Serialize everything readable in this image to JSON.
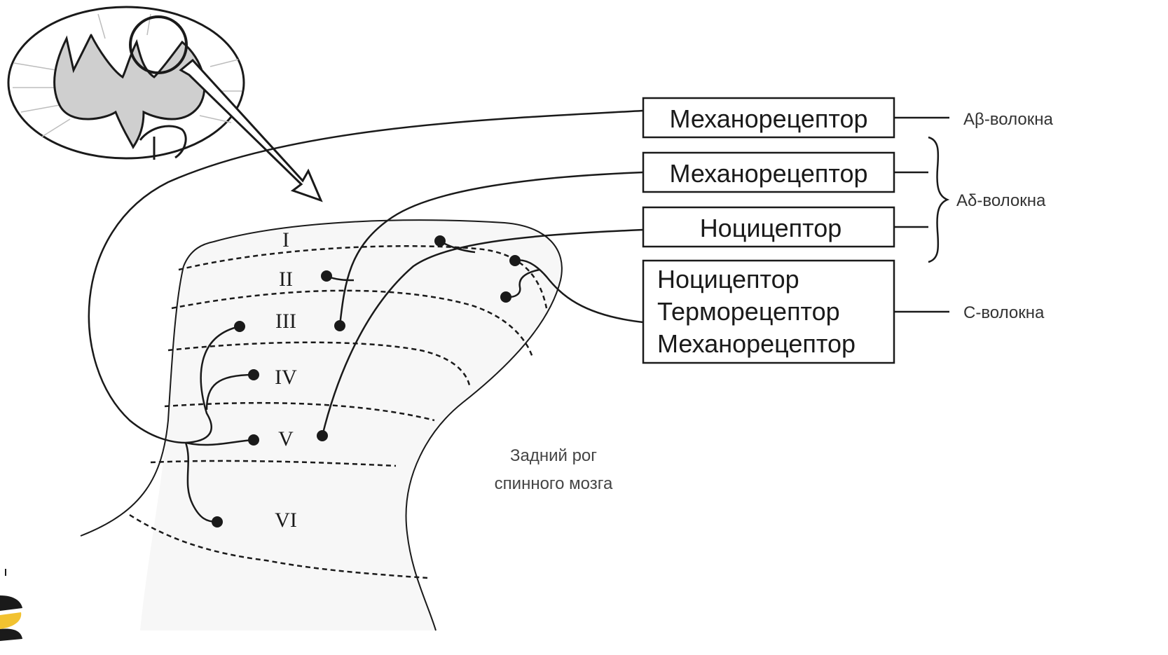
{
  "receptor_boxes": [
    {
      "lines": [
        "Механорецептор"
      ]
    },
    {
      "lines": [
        "Механорецептор"
      ]
    },
    {
      "lines": [
        "Ноцицептор"
      ]
    },
    {
      "lines": [
        "Ноцицептор",
        "Терморецептор",
        "Механорецептор"
      ]
    }
  ],
  "fiber_labels": {
    "a_beta": "Aβ-волокна",
    "a_delta": "Aδ-волокна",
    "c": "C-волокна"
  },
  "laminae": [
    "I",
    "II",
    "III",
    "IV",
    "V",
    "VI"
  ],
  "region_label": [
    "Задний рог",
    "спинного мозга"
  ],
  "colors": {
    "stroke": "#1a1a1a",
    "gray_matter": "#cfcfcf",
    "horn_fill": "#f7f7f7"
  }
}
